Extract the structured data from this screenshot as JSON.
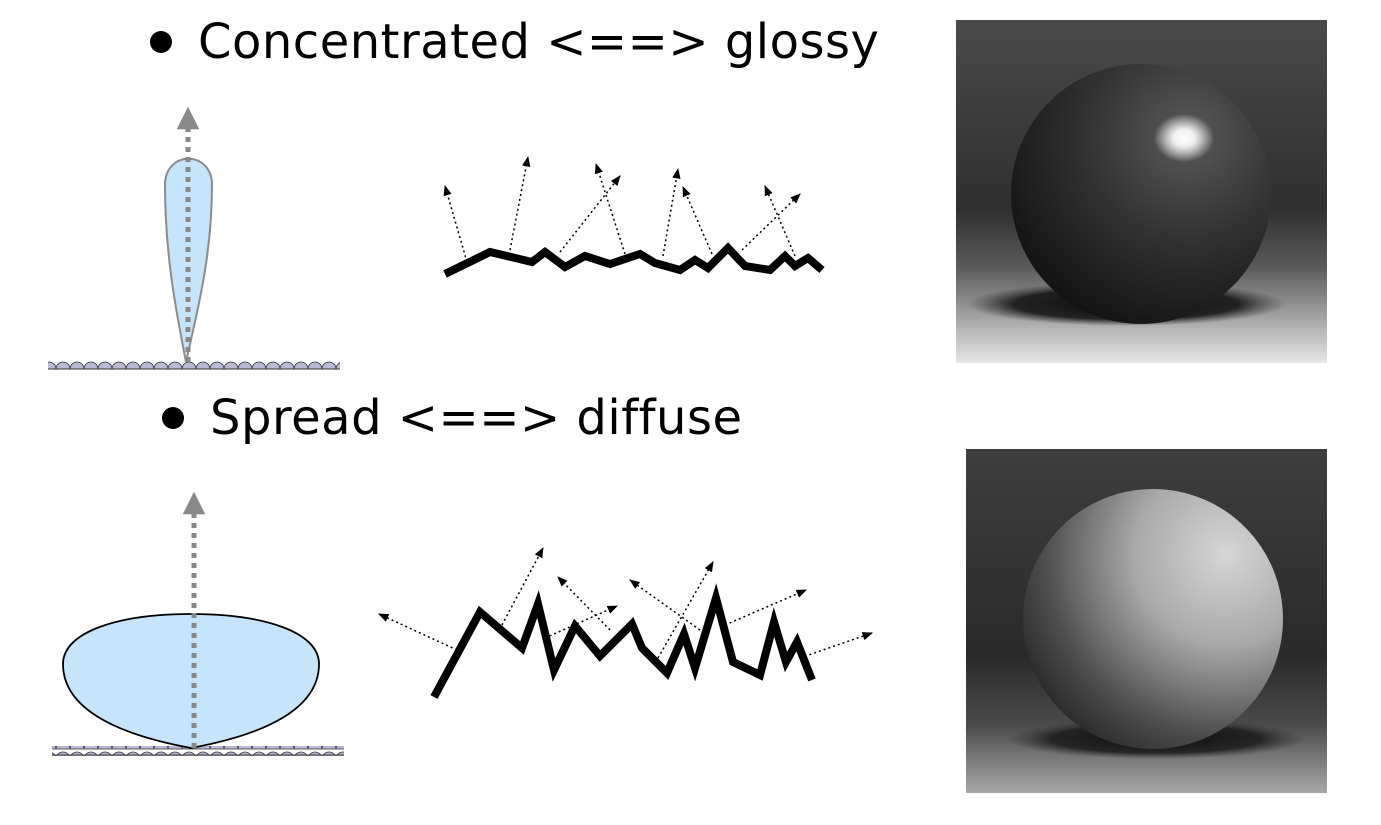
{
  "bullets": {
    "glossy": "Concentrated <==> glossy",
    "diffuse": "Spread <==> diffuse"
  },
  "colors": {
    "lobe_fill": "#c6e4fa",
    "lobe_stroke_glossy": "#8c8c8c",
    "lobe_stroke_diffuse": "#000000",
    "normal_arrow": "#888888",
    "surface_bump": "#b9b9d6",
    "surface_line": "#000000",
    "ray": "#000000",
    "background": "#ffffff"
  },
  "icons": {
    "bullet": "filled-circle",
    "normal_arrow": "dotted-up-arrow"
  }
}
